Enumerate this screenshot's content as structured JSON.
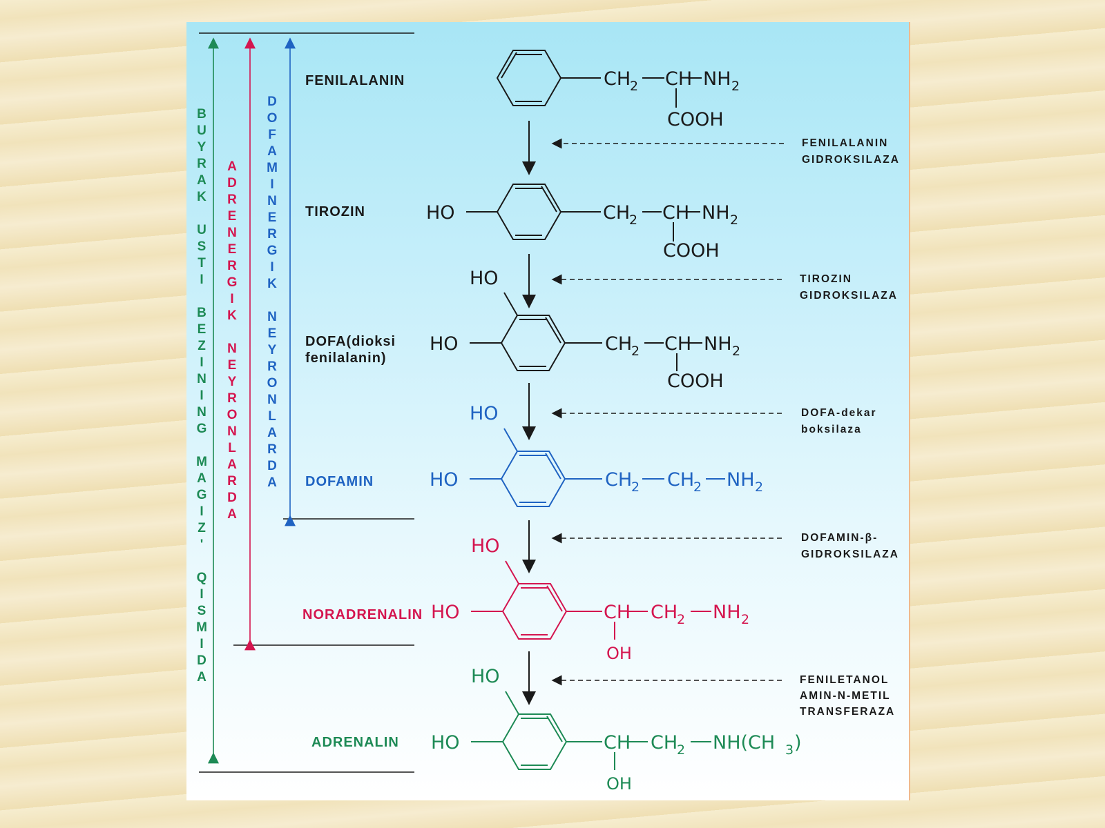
{
  "colors": {
    "black": "#1a1a1a",
    "blue": "#1f63c2",
    "red": "#d4154f",
    "green": "#1d8a55"
  },
  "compounds": {
    "fenilalanin": "FENILALANIN",
    "tirozin": "TIROZIN",
    "dofa_line1": "DOFA(dioksi",
    "dofa_line2": "fenilalanin)",
    "dofamin": "DOFAMIN",
    "noradrenalin": "NORADRENALIN",
    "adrenalin": "ADRENALIN"
  },
  "enzymes": {
    "e1_line1": "FENILALANIN",
    "e1_line2": "GIDROKSILAZA",
    "e2_line1": "TIROZIN",
    "e2_line2": "GIDROKSILAZA",
    "e3_line1": "DOFA-dekar",
    "e3_line2": "boksilaza",
    "e4_line1": "DOFAMIN-β-",
    "e4_line2": "GIDROKSILAZA",
    "e5_line1": "FENILETANOL",
    "e5_line2": "AMIN-N-METIL",
    "e5_line3": "TRANSFERAZA"
  },
  "vertical_labels": {
    "buyrak": "BUYRAK USTI BEZINING MAGIZ' QISMIDA",
    "adrenergik": "ADRENERGIK NEYRONLARDA",
    "dofaminergik": "DOFAMINERGIK NEYRONLARDA"
  },
  "formula": {
    "ch2": "CH",
    "ch": "CH",
    "nh2": "NH",
    "two": "2",
    "three": "3",
    "cooh": "COOH",
    "ho": "HO",
    "oh": "OH",
    "nhch3_a": "NH(CH",
    "nhch3_b": ")"
  }
}
